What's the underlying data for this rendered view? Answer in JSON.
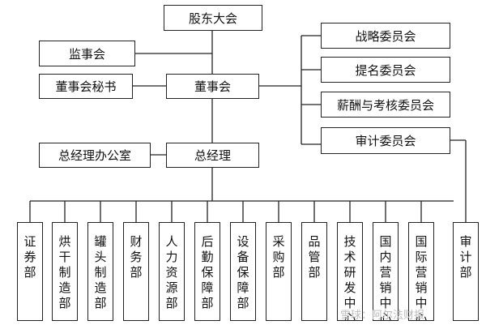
{
  "diagram": {
    "top": {
      "shareholders_meeting": "股东大会",
      "supervisory_board": "监事会",
      "board": "董事会",
      "board_secretary": "董事会秘书",
      "general_manager": "总经理",
      "gm_office": "总经理办公室"
    },
    "committees": [
      "战略委员会",
      "提名委员会",
      "薪酬与考核委员会",
      "审计委员会"
    ],
    "departments": [
      "证券部",
      "烘干制造部",
      "罐头制造部",
      "财务部",
      "人力资源部",
      "后勤保障部",
      "设备保障部",
      "采购部",
      "品管部",
      "技术研发中心",
      "国内营销中心",
      "国际营销中心",
      "审计部"
    ]
  },
  "watermark": "雪球：阿尔法财报"
}
